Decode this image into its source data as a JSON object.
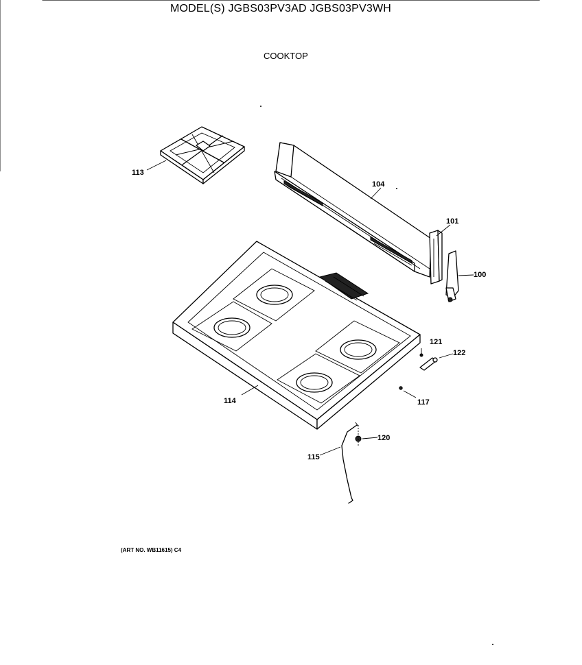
{
  "header": {
    "model_line": "MODEL(S) JGBS03PV3AD  JGBS03PV3WH",
    "section_title": "COOKTOP"
  },
  "footer": {
    "art_number": "(ART NO. WB11615) C4"
  },
  "parts": {
    "p113": "113",
    "p104": "104",
    "p101": "101",
    "p100": "100",
    "p121": "121",
    "p122": "122",
    "p114": "114",
    "p117": "117",
    "p120": "120",
    "p115": "115"
  }
}
